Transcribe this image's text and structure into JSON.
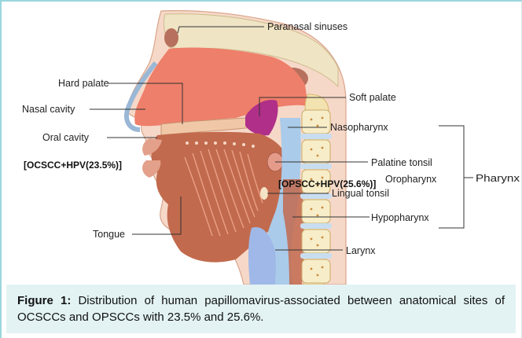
{
  "labels": {
    "paranasal_sinuses": "Paranasal sinuses",
    "hard_palate": "Hard palate",
    "nasal_cavity": "Nasal cavity",
    "oral_cavity": "Oral cavity",
    "soft_palate": "Soft palate",
    "nasopharynx": "Nasopharynx",
    "palatine_tonsil": "Palatine tonsil",
    "oropharynx": "Oropharynx",
    "pharynx": "Pharynx",
    "lingual_tonsil": "Lingual tonsil",
    "hypopharynx": "Hypopharynx",
    "tongue": "Tongue",
    "larynx": "Larynx"
  },
  "annotations": {
    "ocscc": "[OCSCC+HPV(23.5%)]",
    "opscc": "[OPSCC+HPV(25.6%)]"
  },
  "caption": {
    "prefix": "Figure 1:",
    "text": "Distribution of human papillomavirus-associated between anatomical sites of OCSCCs and OPSCCs with 23.5% and 25.6%."
  },
  "colors": {
    "frame_border": "#9bd6dd",
    "caption_background": "#e3f3f4",
    "nasal_region": "#ee7f6a",
    "oral_tissue": "#c26a4d",
    "soft_palate": "#b02f88",
    "airway": "#aacbe9",
    "spine": "#f3e3b0"
  }
}
